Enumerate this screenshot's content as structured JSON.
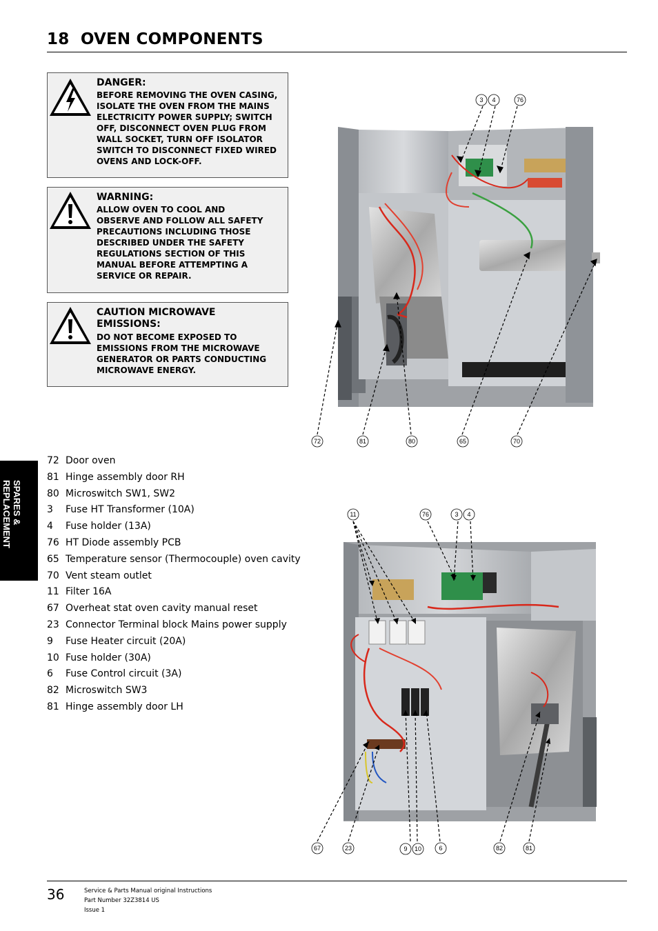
{
  "page": {
    "section_number": "18",
    "section_title": "OVEN COMPONENTS",
    "side_tab": [
      "SPARES &",
      "REPLACEMENT"
    ]
  },
  "notices": [
    {
      "id": "danger",
      "icon": "electric-hazard-icon",
      "heading": "DANGER:",
      "lines": [
        "BEFORE REMOVING THE OVEN CASING,",
        "ISOLATE THE OVEN FROM THE MAINS",
        "ELECTRICITY POWER SUPPLY; SWITCH",
        "OFF, DISCONNECT OVEN PLUG FROM",
        "WALL SOCKET, TURN OFF ISOLATOR",
        "SWITCH TO DISCONNECT FIXED WIRED",
        "OVENS AND LOCK-OFF."
      ]
    },
    {
      "id": "warning",
      "icon": "exclamation-warning-icon",
      "heading": "WARNING:",
      "lines": [
        "ALLOW OVEN TO COOL AND",
        "OBSERVE AND FOLLOW ALL SAFETY",
        "PRECAUTIONS INCLUDING THOSE",
        "DESCRIBED UNDER THE SAFETY",
        "REGULATIONS SECTION OF THIS",
        "MANUAL BEFORE ATTEMPTING A",
        "SERVICE OR REPAIR."
      ]
    },
    {
      "id": "caution",
      "icon": "exclamation-warning-icon",
      "heading_lines": [
        "CAUTION MICROWAVE",
        "EMISSIONS:"
      ],
      "lines": [
        "DO NOT BECOME EXPOSED TO",
        "EMISSIONS FROM THE MICROWAVE",
        "GENERATOR OR PARTS CONDUCTING",
        "MICROWAVE ENERGY."
      ]
    }
  ],
  "parts": [
    {
      "num": "72",
      "desc": "Door oven"
    },
    {
      "num": "81",
      "desc": "Hinge assembly door RH"
    },
    {
      "num": "80",
      "desc": "Microswitch SW1, SW2"
    },
    {
      "num": "3",
      "desc": "Fuse HT Transformer (10A)"
    },
    {
      "num": "4",
      "desc": "Fuse holder (13A)"
    },
    {
      "num": "76",
      "desc": "HT Diode assembly PCB"
    },
    {
      "num": "65",
      "desc": "Temperature sensor (Thermocouple) oven cavity"
    },
    {
      "num": "70",
      "desc": "Vent steam outlet"
    },
    {
      "num": "11",
      "desc": "Filter 16A"
    },
    {
      "num": "67",
      "desc": "Overheat stat oven cavity manual reset"
    },
    {
      "num": "23",
      "desc": "Connector Terminal block Mains power supply"
    },
    {
      "num": "9",
      "desc": "Fuse Heater circuit (20A)"
    },
    {
      "num": "10",
      "desc": "Fuse holder (30A)"
    },
    {
      "num": "6",
      "desc": "Fuse Control circuit (3A)"
    },
    {
      "num": "82",
      "desc": "Microswitch SW3"
    },
    {
      "num": "81",
      "desc": "Hinge assembly door LH"
    }
  ],
  "callouts_top": [
    "3",
    "4",
    "76",
    "72",
    "81",
    "80",
    "65",
    "70"
  ],
  "callouts_bottom": [
    "11",
    "76",
    "3",
    "4",
    "67",
    "23",
    "9",
    "10",
    "6",
    "82",
    "81"
  ],
  "footer": {
    "page_number": "36",
    "lines": [
      "Service & Parts Manual original Instructions",
      "Part Number 32Z3814 US",
      "Issue 1"
    ]
  }
}
